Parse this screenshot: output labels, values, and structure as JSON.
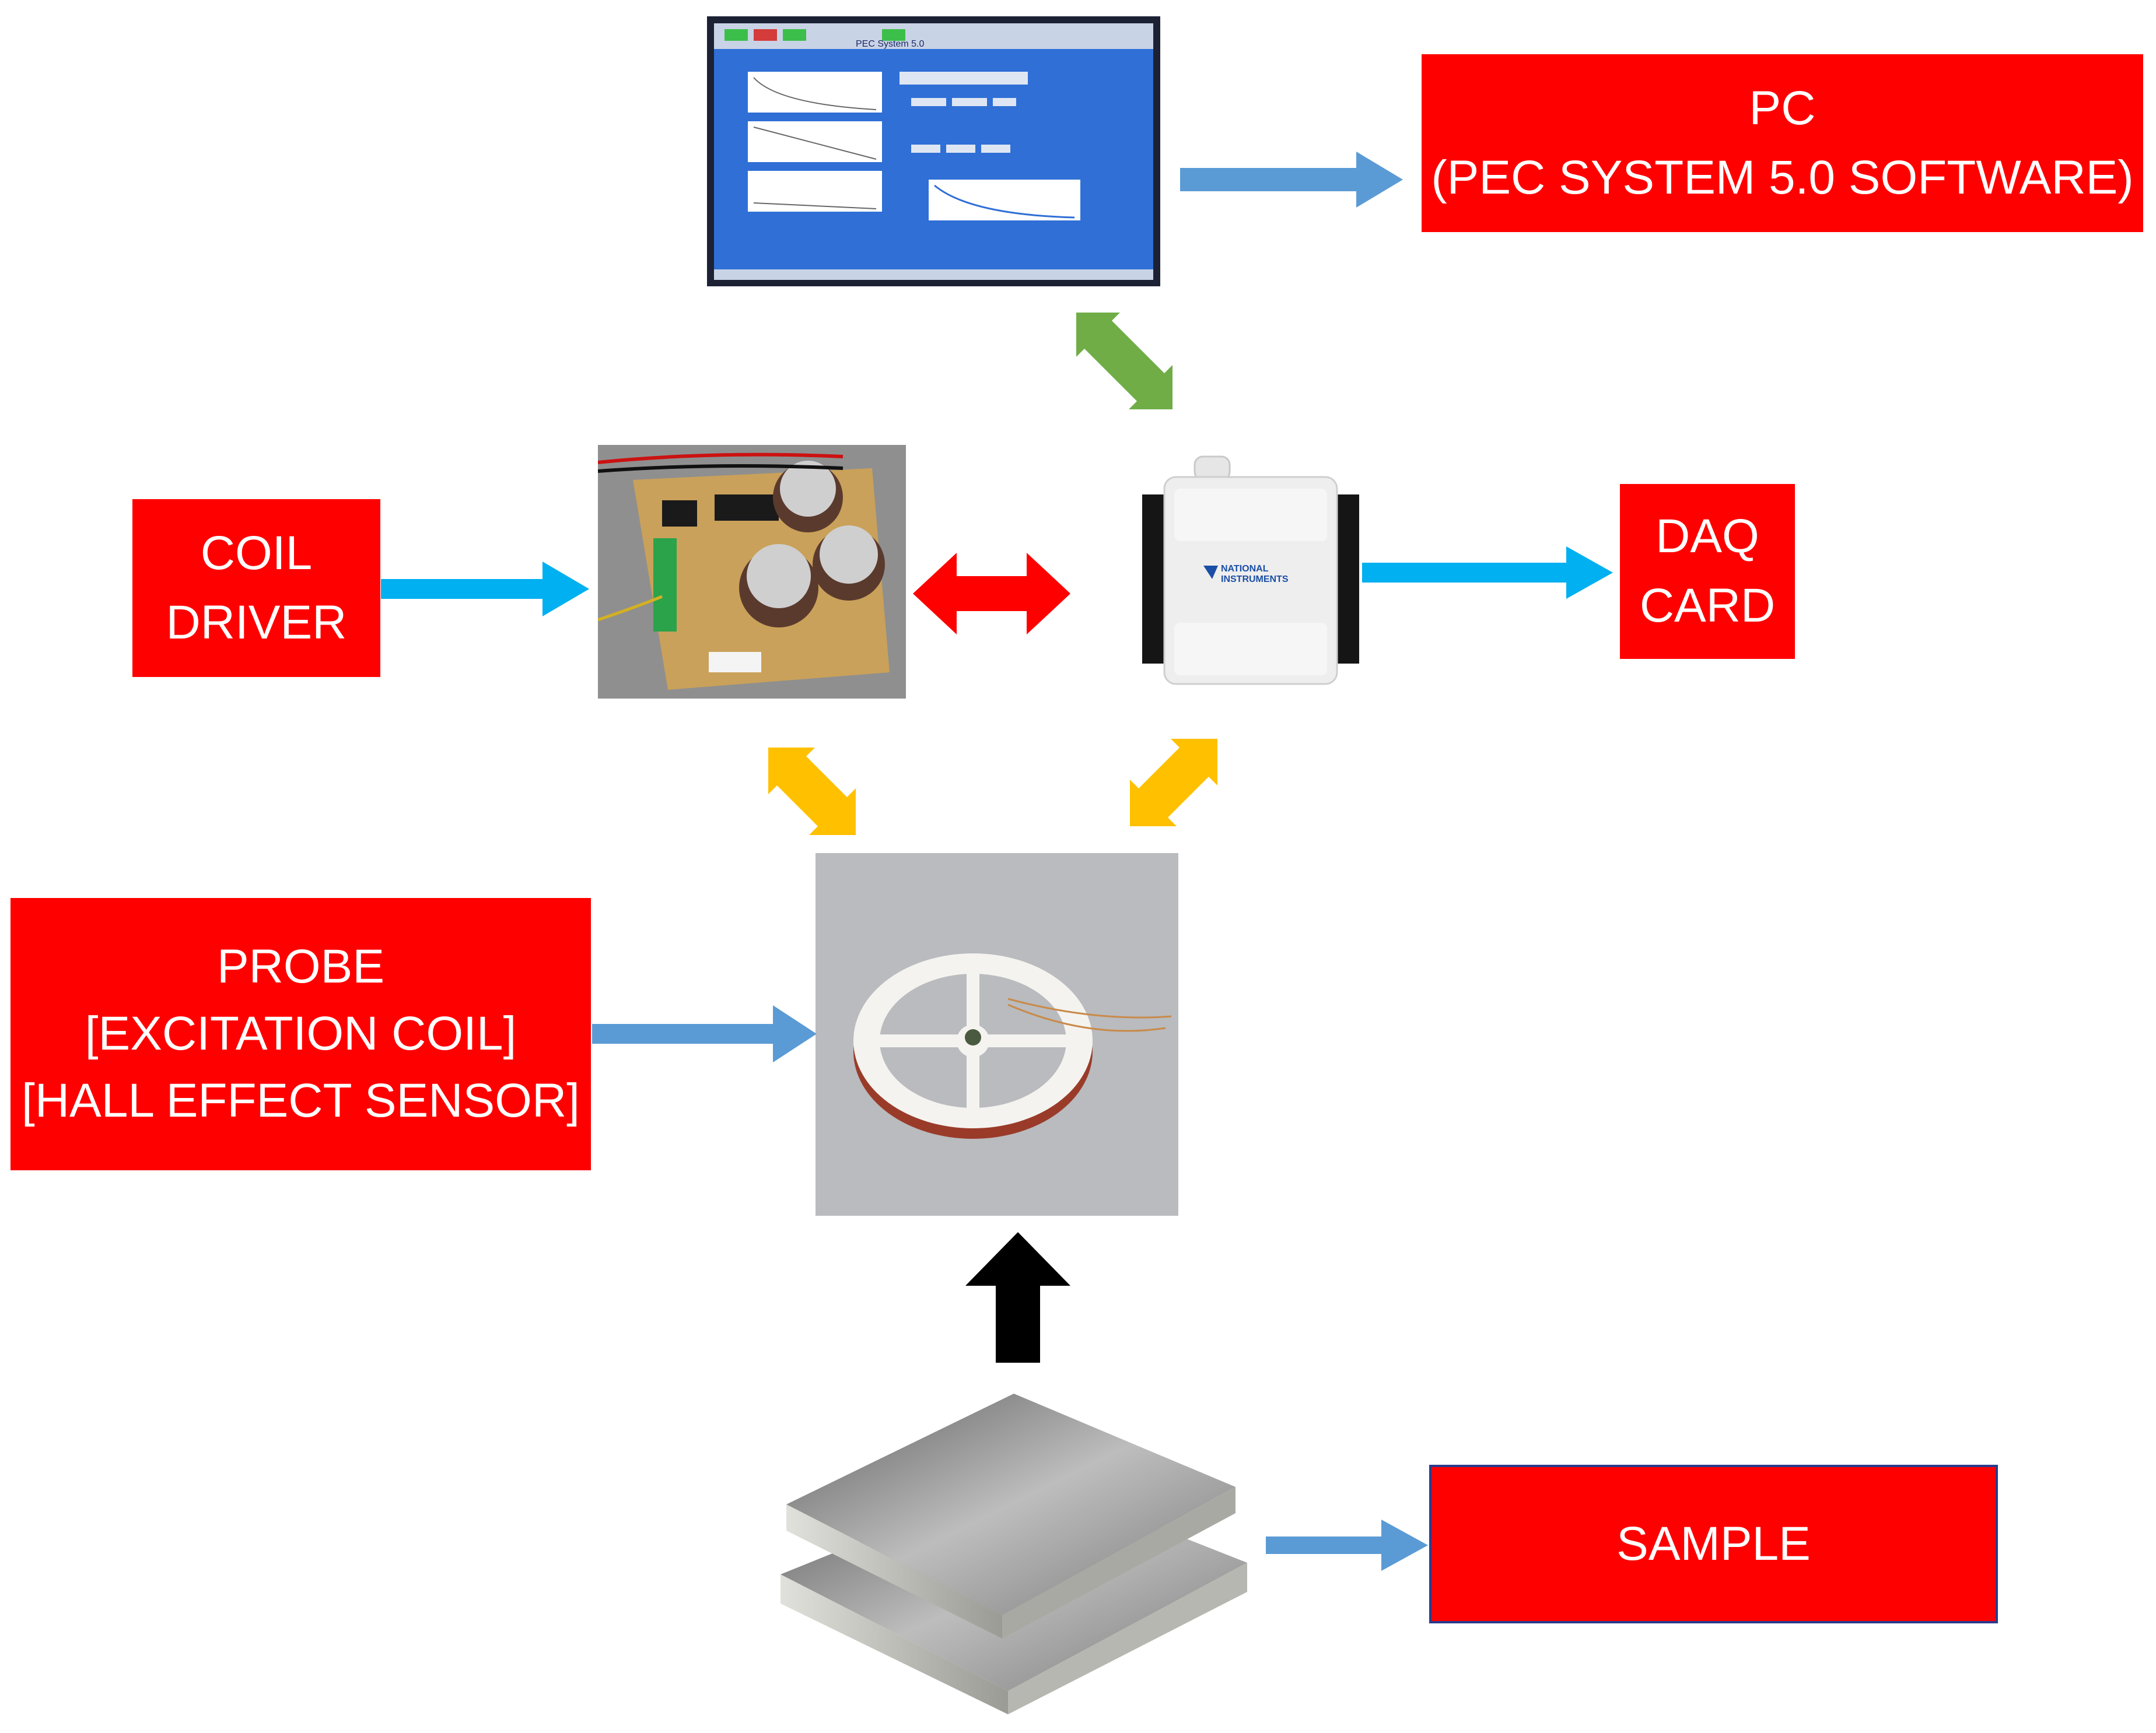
{
  "labels": {
    "pc": {
      "line1": "PC",
      "line2": "(PEC SYSTEM 5.0 SOFTWARE)"
    },
    "daq": {
      "line1": "DAQ",
      "line2": "CARD"
    },
    "coil_driver": {
      "line1": "COIL",
      "line2": "DRIVER"
    },
    "probe": {
      "line1": "PROBE",
      "line2": "[EXCITATION COIL]",
      "line3": "[HALL EFFECT SENSOR]"
    },
    "sample": {
      "line1": "SAMPLE"
    }
  },
  "screen_title": "PEC System 5.0",
  "device_brand": {
    "line1": "NATIONAL",
    "line2": "INSTRUMENTS"
  },
  "colors": {
    "label_fill": "#ff0000",
    "label_text": "#ffffff",
    "arrow_blue": "#5b9bd5",
    "arrow_cyan": "#00b0f0",
    "arrow_green": "#70ad47",
    "arrow_red": "#ff0000",
    "arrow_orange": "#ffc000",
    "arrow_black": "#000000"
  }
}
